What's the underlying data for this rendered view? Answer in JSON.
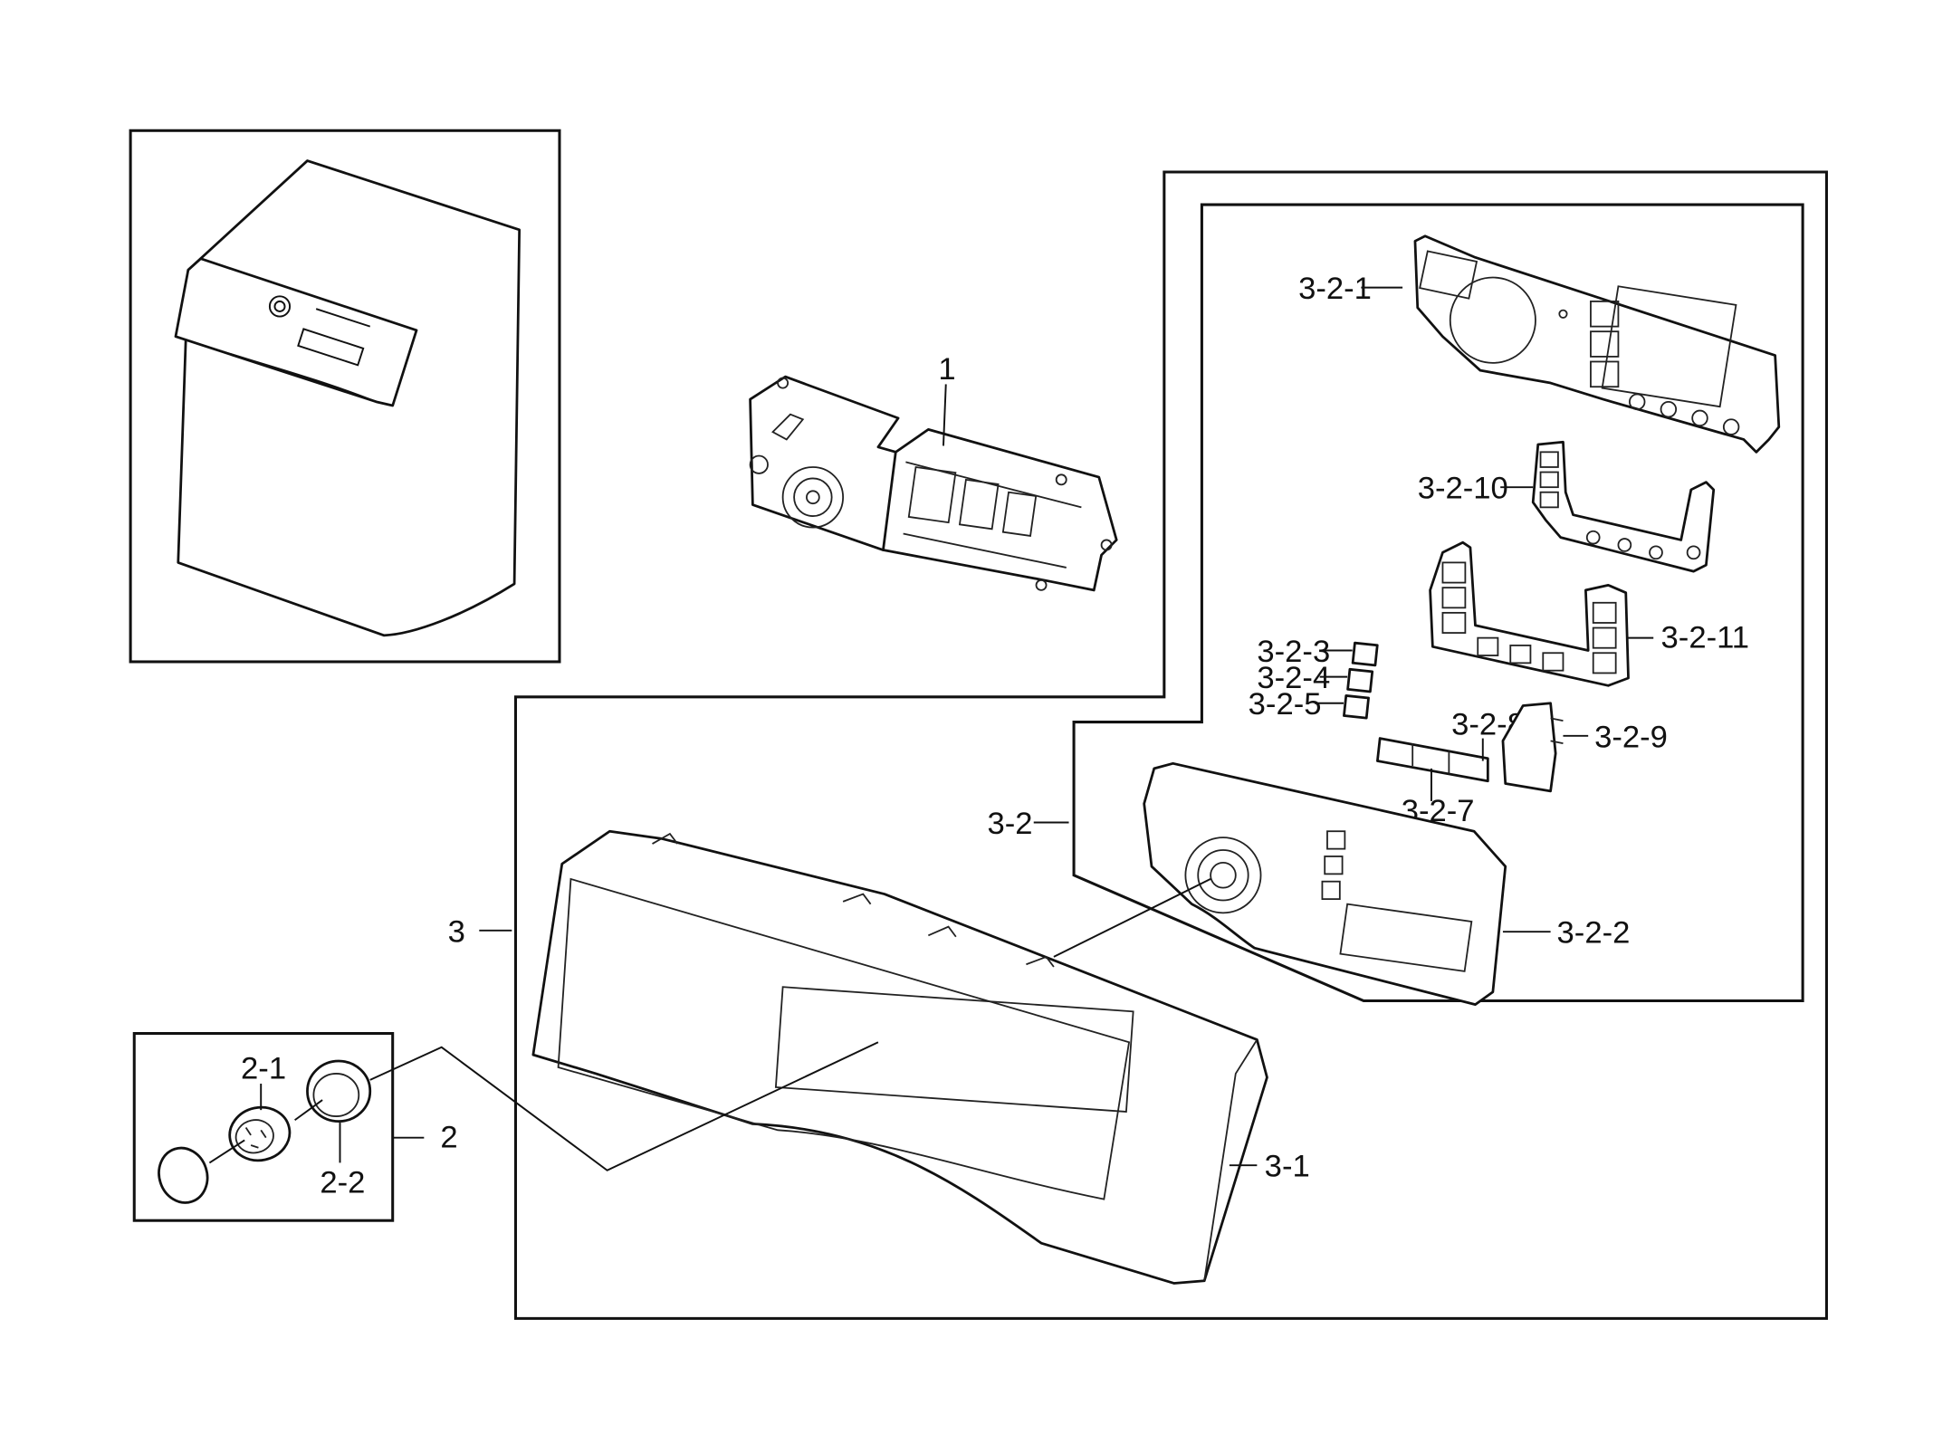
{
  "labels": {
    "p1": "1",
    "p2": "2",
    "p2_1": "2-1",
    "p2_2": "2-2",
    "p3": "3",
    "p3_1": "3-1",
    "p3_2": "3-2",
    "p3_2_1": "3-2-1",
    "p3_2_2": "3-2-2",
    "p3_2_3": "3-2-3",
    "p3_2_4": "3-2-4",
    "p3_2_5": "3-2-5",
    "p3_2_7": "3-2-7",
    "p3_2_8": "3-2-8",
    "p3_2_9": "3-2-9",
    "p3_2_10": "3-2-10",
    "p3_2_11": "3-2-11"
  }
}
